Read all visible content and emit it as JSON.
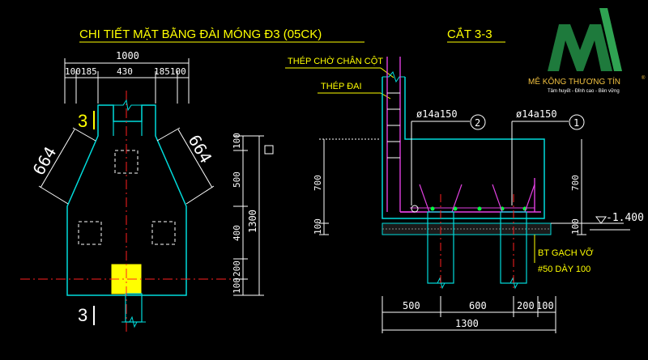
{
  "titles": {
    "plan": "CHI TIẾT MẶT BẰNG ĐÀI MÓNG Đ3 (05CK)",
    "section": "CẮT 3-3"
  },
  "plan": {
    "dim_top_total": "1000",
    "dim_top_parts": [
      "100185",
      "430",
      "185100"
    ],
    "slope_left": "664",
    "slope_right": "664",
    "cut_top": "3",
    "cut_bottom": "3",
    "dim_right_total": "1300",
    "dim_right_parts": [
      "100",
      "500",
      "400",
      "200",
      "100"
    ]
  },
  "section": {
    "label_starter": "THÉP CHỜ CHÂN CỘT",
    "label_stirrup": "THÉP ĐAI",
    "bar_2": "ø14a150",
    "bar_2_id": "2",
    "bar_1": "ø14a150",
    "bar_1_id": "1",
    "dim_left_height": "700",
    "dim_left_base": "100",
    "dim_right_height": "700",
    "dim_right_base": "100",
    "level": "-1.400",
    "lean_label_1": "BT GẠCH VỠ",
    "lean_label_2": "#50 DÀY 100",
    "dim_bottom_parts": [
      "500",
      "600",
      "200",
      "100"
    ],
    "dim_bottom_total": "1300"
  },
  "logo": {
    "name": "MÊ KÔNG THƯƠNG TÍN",
    "registered": "®",
    "tagline": "Tâm huyết - Đỉnh cao - Bền vững"
  },
  "colors": {
    "background": "#000000",
    "outline": "#00dcdc",
    "dimension": "#ffffff",
    "title": "#ffff00",
    "axis": "#ff2020",
    "rebar": "#e040e0",
    "logo": "#1e7a3c"
  }
}
